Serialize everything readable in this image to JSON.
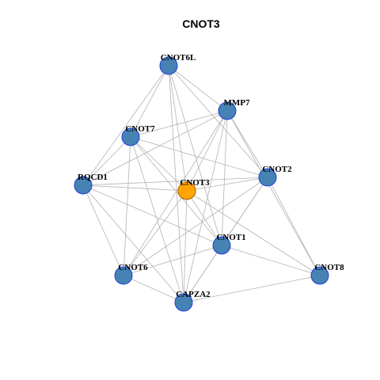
{
  "title": "CNOT3",
  "colors": {
    "node_fill": "#4682b4",
    "node_stroke": "#1f3fd8",
    "hub_fill": "#ffa500",
    "hub_stroke": "#b05a00",
    "edge": "#b3b3b3"
  },
  "nodes": [
    {
      "id": "CNOT6L",
      "label": "CNOT6L"
    },
    {
      "id": "MMP7",
      "label": "MMP7"
    },
    {
      "id": "CNOT7",
      "label": "CNOT7"
    },
    {
      "id": "CNOT2",
      "label": "CNOT2"
    },
    {
      "id": "RQCD1",
      "label": "RQCD1"
    },
    {
      "id": "CNOT3",
      "label": "CNOT3",
      "hub": true
    },
    {
      "id": "CNOT1",
      "label": "CNOT1"
    },
    {
      "id": "CNOT8",
      "label": "CNOT8"
    },
    {
      "id": "CNOT6",
      "label": "CNOT6"
    },
    {
      "id": "CAPZA2",
      "label": "CAPZA2"
    }
  ],
  "edges": [
    [
      "CNOT6L",
      "MMP7"
    ],
    [
      "CNOT6L",
      "CNOT7"
    ],
    [
      "CNOT6L",
      "CNOT2"
    ],
    [
      "CNOT6L",
      "RQCD1"
    ],
    [
      "CNOT6L",
      "CNOT3"
    ],
    [
      "CNOT6L",
      "CNOT1"
    ],
    [
      "CNOT6L",
      "CAPZA2"
    ],
    [
      "MMP7",
      "CNOT7"
    ],
    [
      "MMP7",
      "RQCD1"
    ],
    [
      "MMP7",
      "CNOT3"
    ],
    [
      "MMP7",
      "CNOT1"
    ],
    [
      "MMP7",
      "CNOT8"
    ],
    [
      "MMP7",
      "CNOT6"
    ],
    [
      "MMP7",
      "CAPZA2"
    ],
    [
      "MMP7",
      "CNOT2"
    ],
    [
      "CNOT7",
      "CNOT2"
    ],
    [
      "CNOT7",
      "RQCD1"
    ],
    [
      "CNOT7",
      "CNOT3"
    ],
    [
      "CNOT7",
      "CNOT1"
    ],
    [
      "CNOT7",
      "CNOT6"
    ],
    [
      "CNOT7",
      "CAPZA2"
    ],
    [
      "CNOT2",
      "RQCD1"
    ],
    [
      "CNOT2",
      "CNOT3"
    ],
    [
      "CNOT2",
      "CNOT1"
    ],
    [
      "CNOT2",
      "CNOT8"
    ],
    [
      "CNOT2",
      "CNOT6"
    ],
    [
      "CNOT2",
      "CAPZA2"
    ],
    [
      "RQCD1",
      "CNOT3"
    ],
    [
      "RQCD1",
      "CNOT1"
    ],
    [
      "RQCD1",
      "CNOT6"
    ],
    [
      "RQCD1",
      "CAPZA2"
    ],
    [
      "CNOT3",
      "CNOT1"
    ],
    [
      "CNOT3",
      "CNOT8"
    ],
    [
      "CNOT3",
      "CNOT6"
    ],
    [
      "CNOT3",
      "CAPZA2"
    ],
    [
      "CNOT1",
      "CNOT8"
    ],
    [
      "CNOT1",
      "CNOT6"
    ],
    [
      "CNOT1",
      "CAPZA2"
    ],
    [
      "CNOT6",
      "CAPZA2"
    ],
    [
      "CNOT8",
      "CAPZA2"
    ]
  ]
}
